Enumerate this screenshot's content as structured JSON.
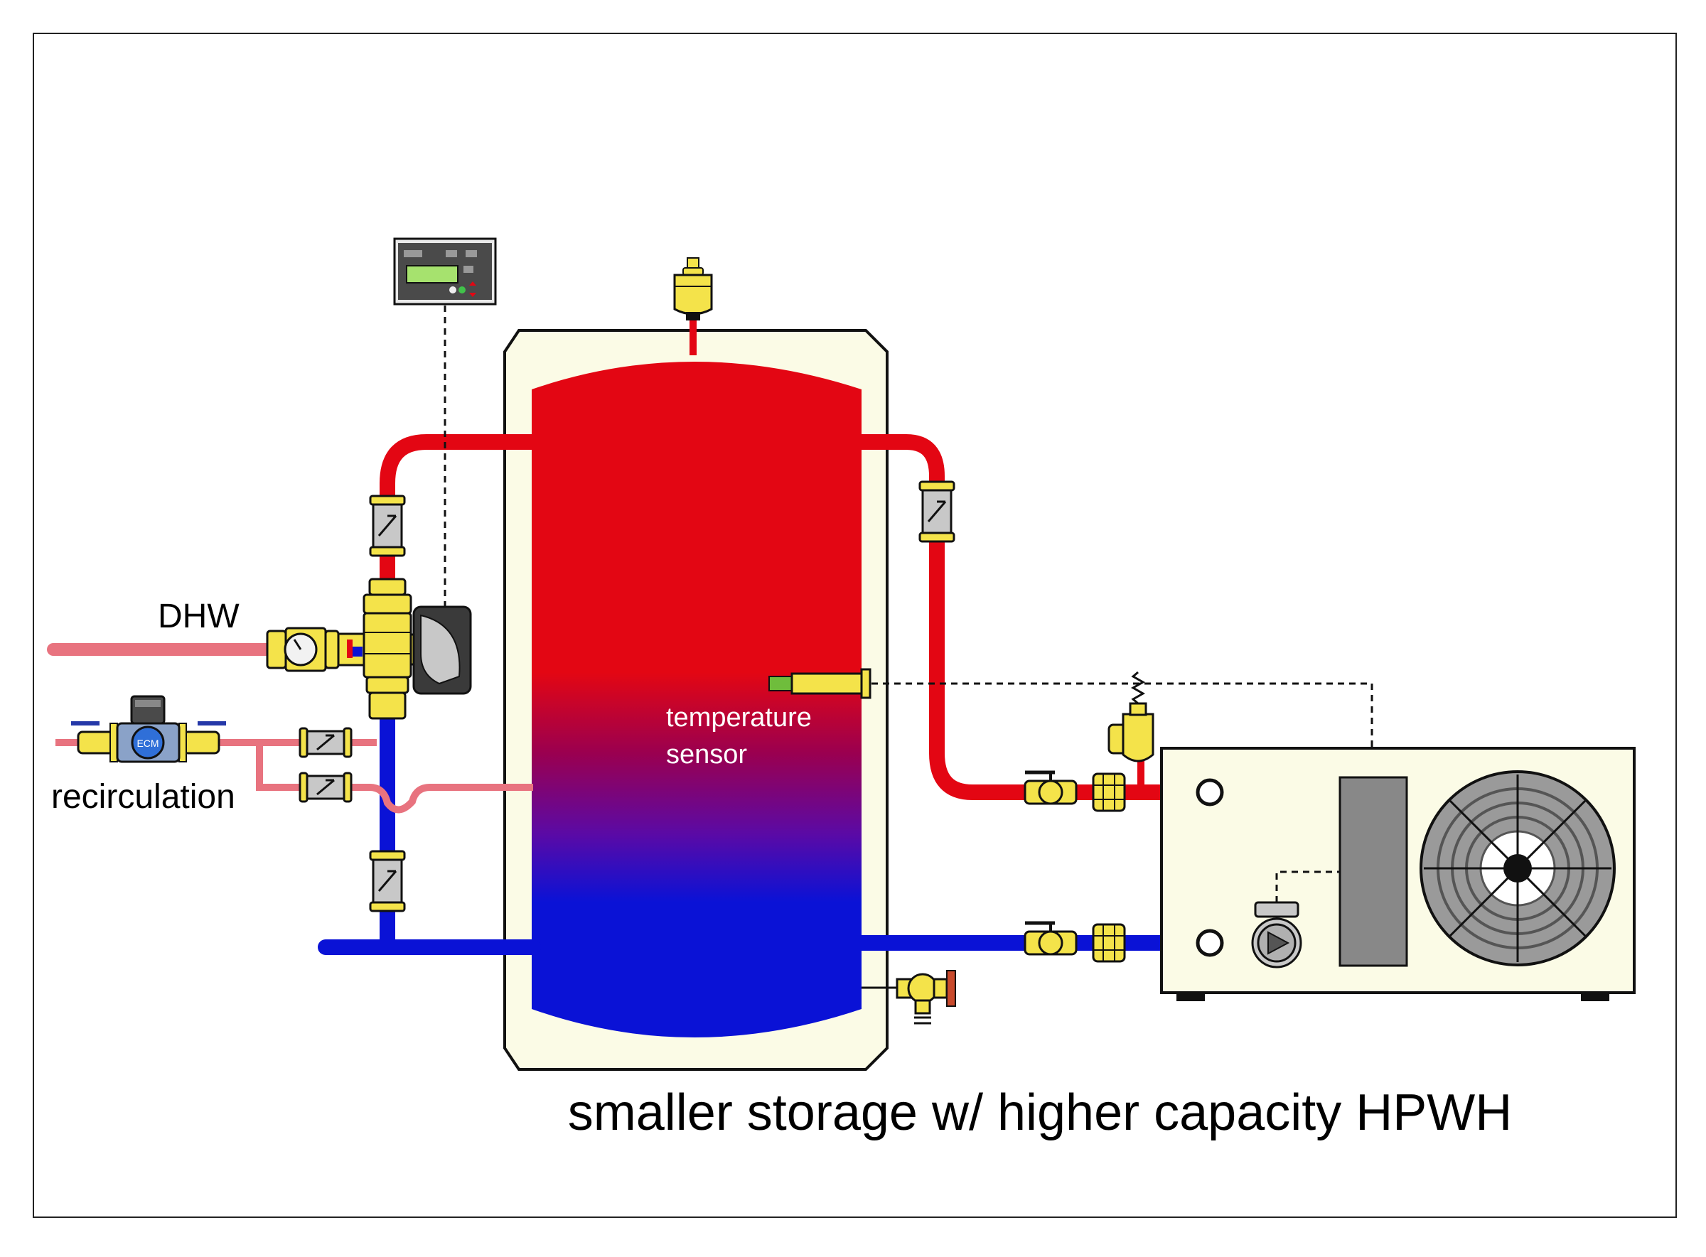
{
  "labels": {
    "dhw": "DHW",
    "recirculation": "recirculation",
    "sensor_line1": "temperature",
    "sensor_line2": "sensor",
    "caption": "smaller storage w/ higher capacity HPWH",
    "circulator_badge": "ECM"
  },
  "colors": {
    "hot": "#e30613",
    "cold": "#0a12d6",
    "recirc": "#e8737f",
    "brass": "#f4e34a",
    "tank_jacket": "#fbfbe6",
    "outline": "#111111"
  },
  "icons": [
    "controller-icon",
    "air-vent-icon",
    "mixing-valve-icon",
    "actuator-icon",
    "thermometer-icon",
    "check-valve-icon",
    "ball-valve-icon",
    "union-icon",
    "relief-valve-icon",
    "drain-valve-icon",
    "circulator-icon",
    "fan-icon"
  ]
}
